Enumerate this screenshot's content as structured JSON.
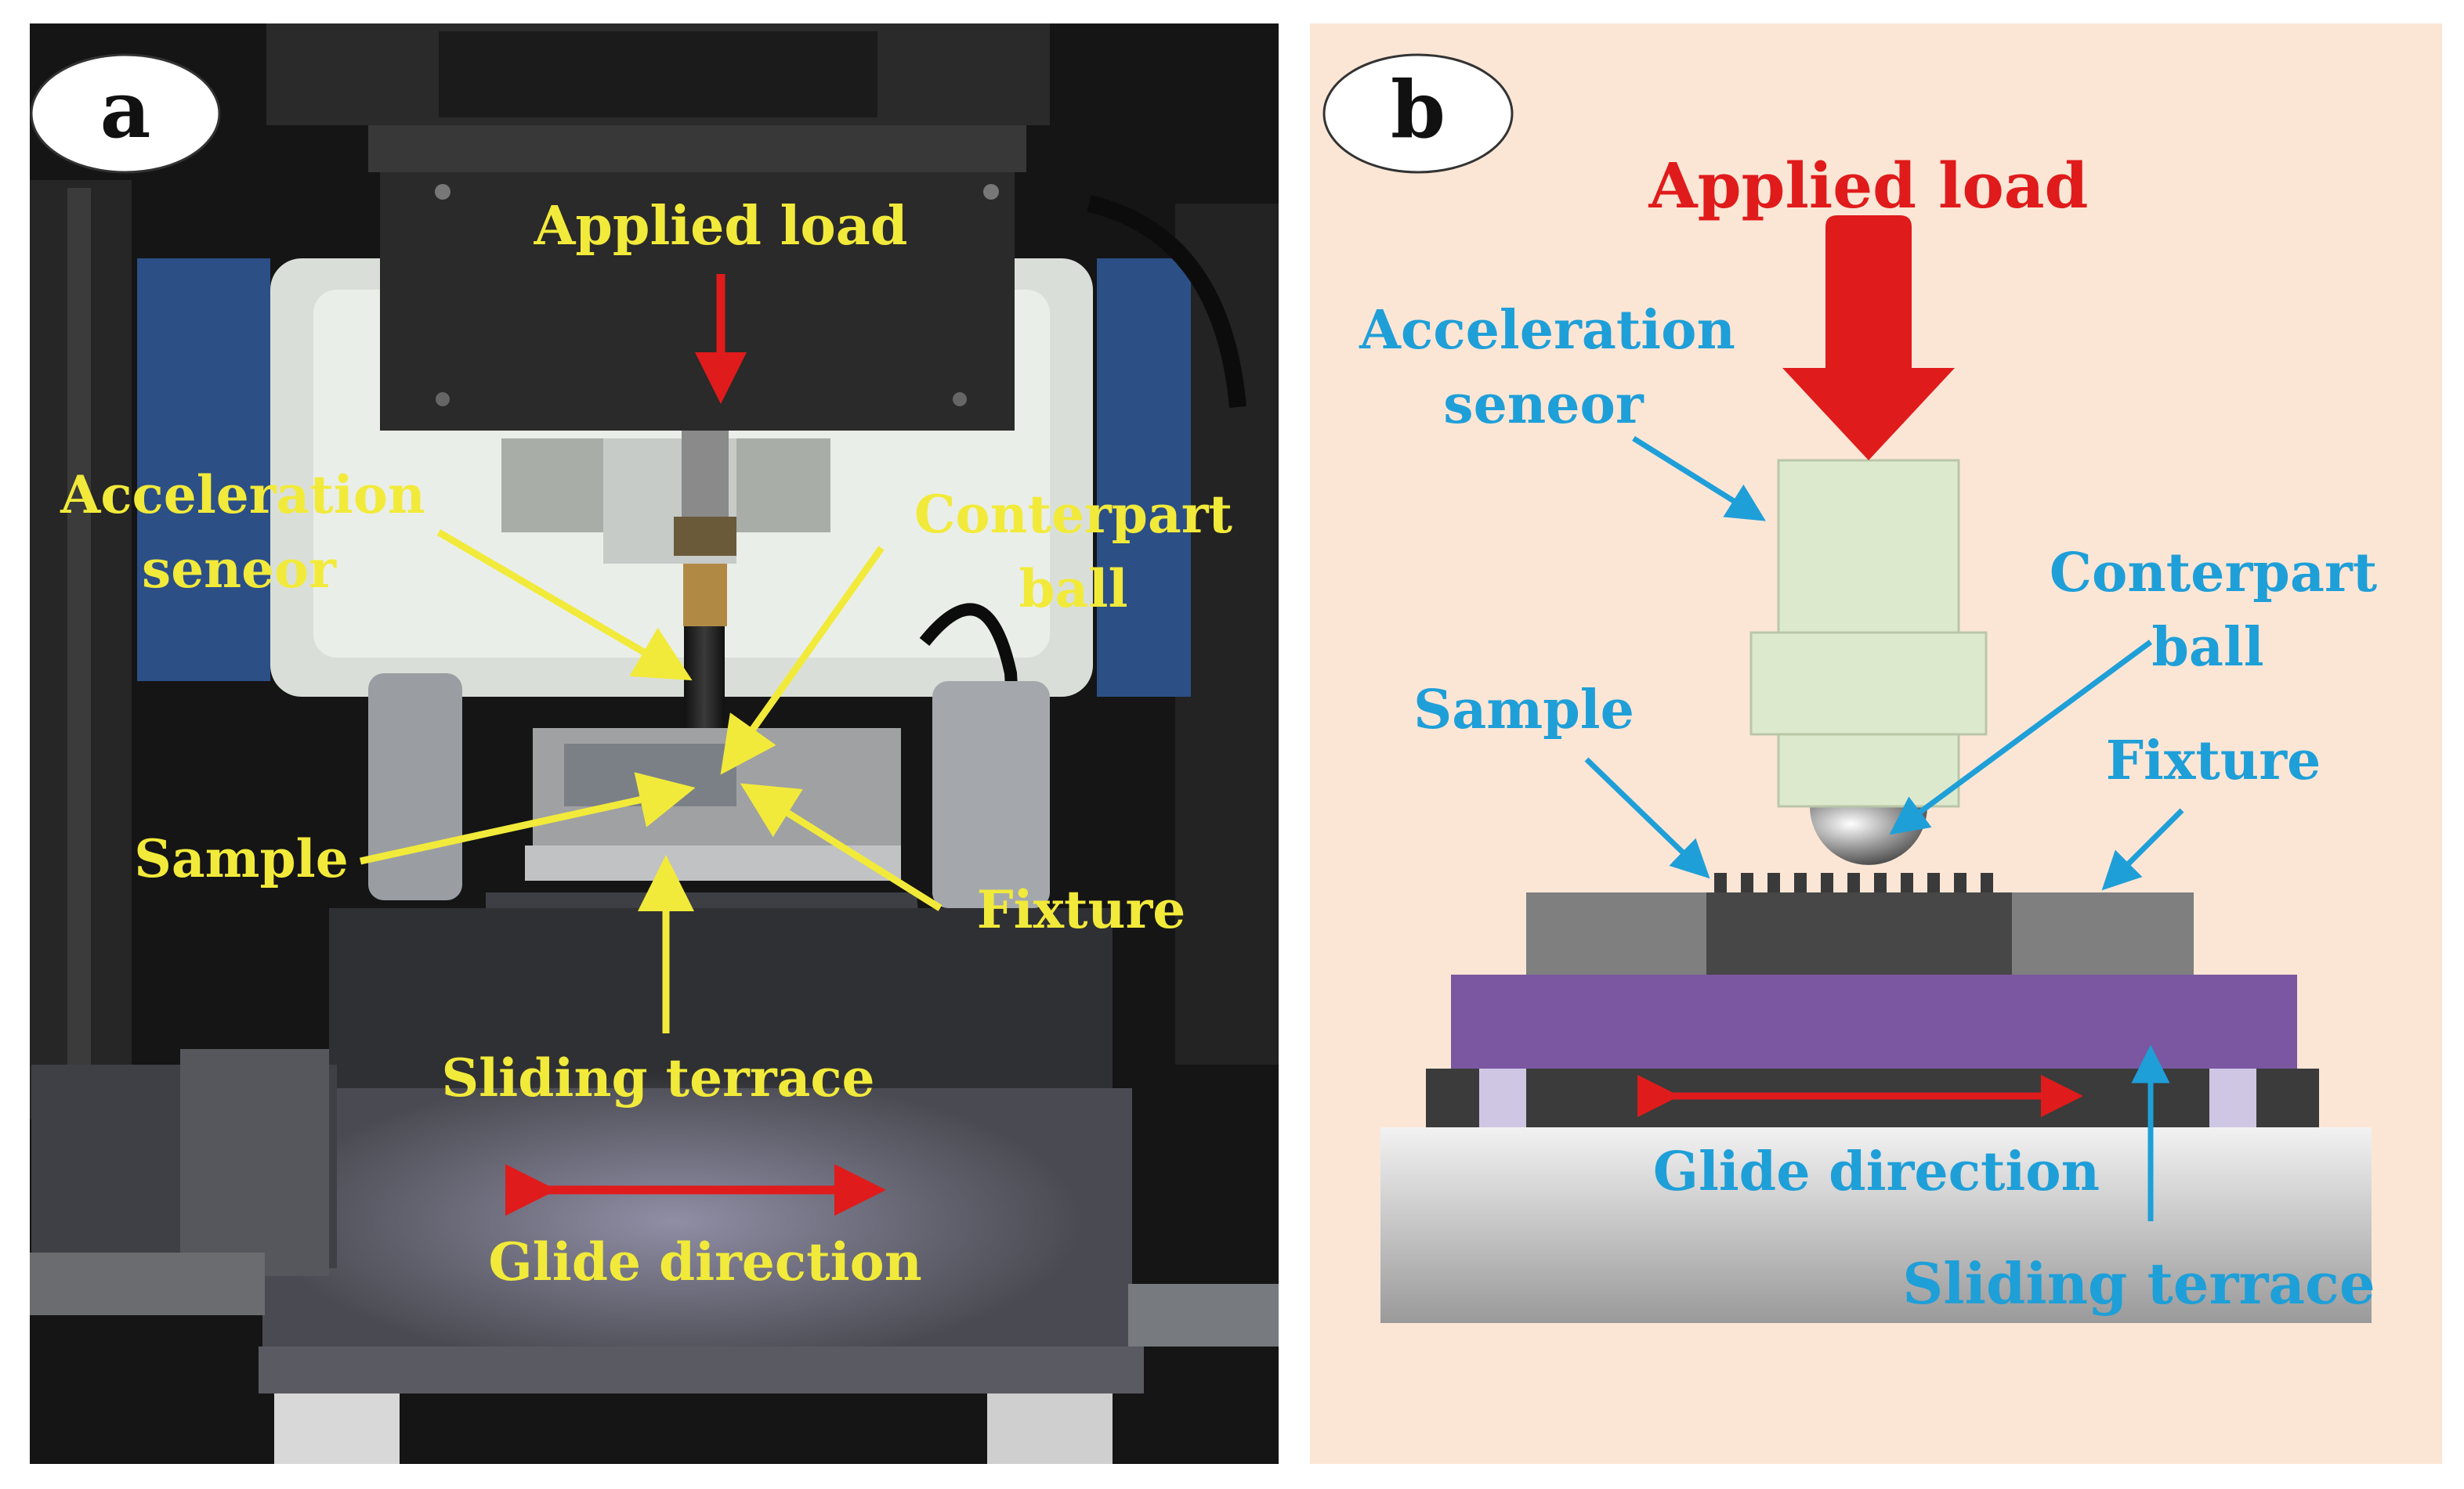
{
  "panel_a": {
    "letter": "a",
    "labels": {
      "applied_load": "Applied load",
      "accel_line1": "Acceleration",
      "accel_line2": "seneor",
      "counter_line1": "Conterpart",
      "counter_line2": "ball",
      "sample": "Sample",
      "fixture": "Fixture",
      "sliding_terrace": "Sliding terrace",
      "glide_direction": "Glide direction"
    }
  },
  "panel_b": {
    "letter": "b",
    "labels": {
      "applied_load": "Applied load",
      "accel_line1": "Acceleration",
      "accel_line2": "seneor",
      "counter_line1": "Conterpart",
      "counter_line2": "ball",
      "sample": "Sample",
      "fixture": "Fixture",
      "glide_direction": "Glide direction",
      "sliding_terrace": "Sliding terrace"
    }
  },
  "colors": {
    "photo_label": "#f2ea3a",
    "load_red": "#e01b1b",
    "schematic_label": "#1f9fd8",
    "schematic_bg": "#fbe6d6",
    "sensor_green": "#dde9cd",
    "terrace_purple": "#7a57a0"
  }
}
